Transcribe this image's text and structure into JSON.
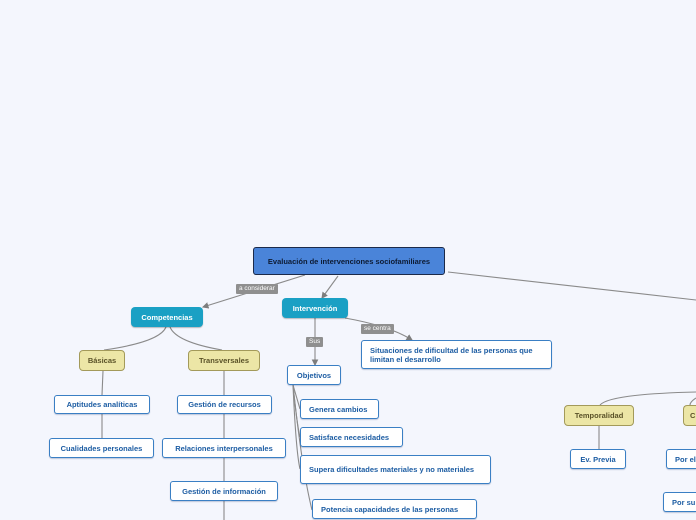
{
  "map": {
    "root": "Evaluación de intervenciones sociofamiliares",
    "links": {
      "a_considerar": "a considerar",
      "sus": "Sus",
      "se_centra": "se centra"
    },
    "competencias": "Competencias",
    "basicas": "Básicas",
    "transversales": "Transversales",
    "aptitudes": "Aptitudes analíticas",
    "cualidades": "Cualidades personales",
    "gestion_recursos": "Gestión de recursos",
    "relaciones": "Relaciones interpersonales",
    "gestion_informacion": "Gestión de información",
    "intervencion": "Intervención",
    "objetivos": "Objetivos",
    "genera": "Genera cambios",
    "satisface": "Satisface necesidades",
    "supera": "Supera dificultades materiales y no materiales",
    "potencia": "Potencia capacidades de las personas",
    "situaciones": "Situaciones de dificultad de las personas que limitan el desarrollo",
    "temporalidad": "Temporalidad",
    "ev_previa": "Ev. Previa",
    "partial_c": "C",
    "por_el": "Por el",
    "por_su": "Por su"
  },
  "colors": {
    "root": "#4a84d9",
    "main_branch": "#1aa0c4",
    "category": "#ece6a6",
    "leaf_border": "#3a7fc4",
    "leaf_text": "#1d5da3",
    "link_label": "#8f8f8f",
    "background": "#f4f6fd"
  }
}
